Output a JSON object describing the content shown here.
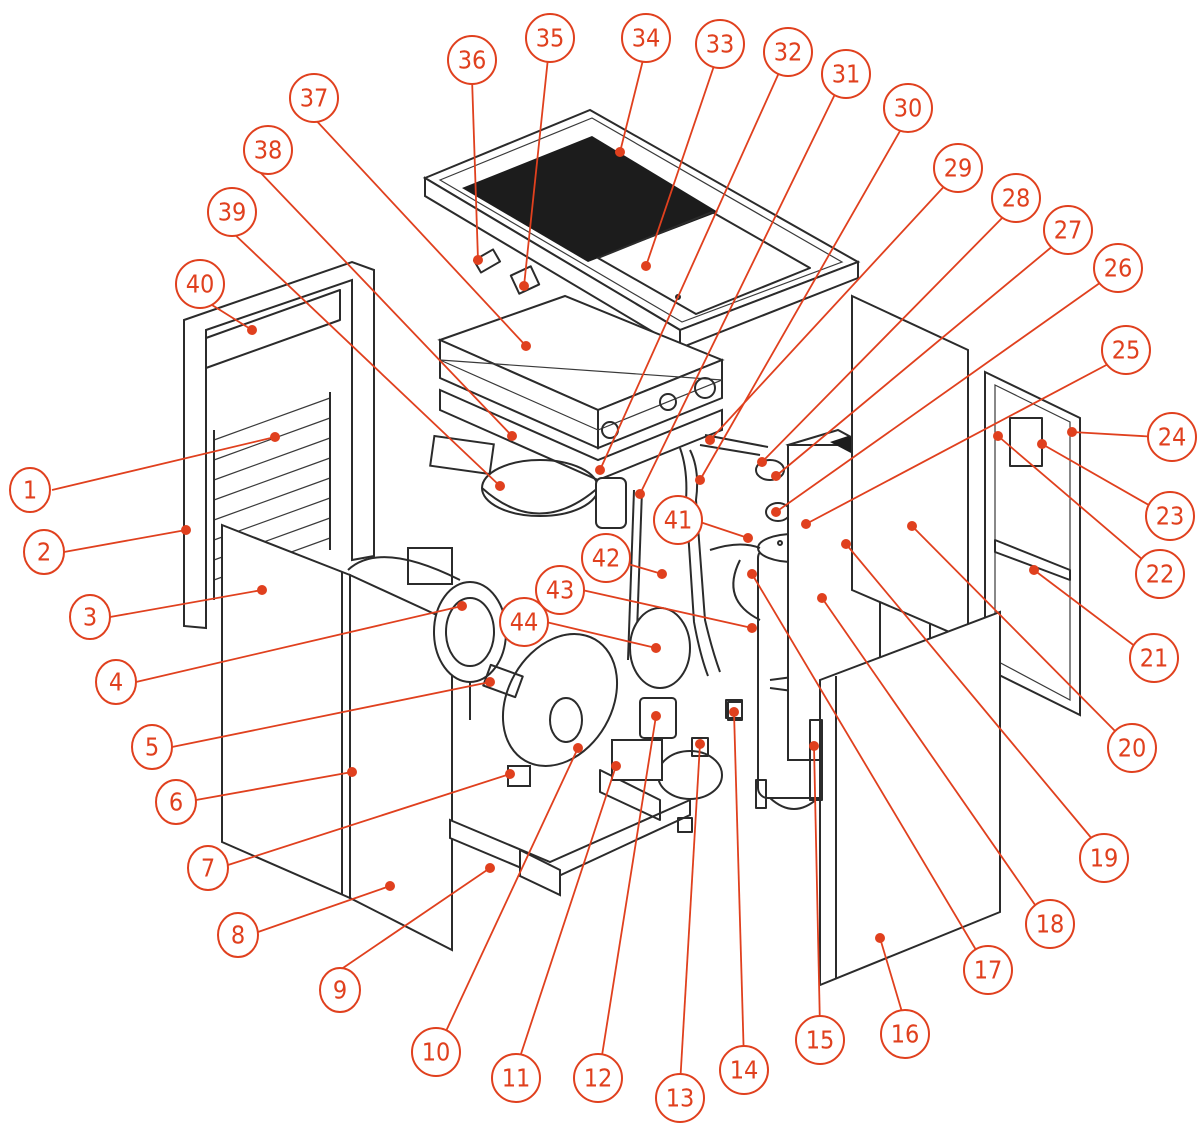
{
  "colors": {
    "callout": "#e0401e",
    "line": "#2b2b2b",
    "background": "#ffffff"
  },
  "callouts": [
    {
      "id": "1",
      "label": "1"
    },
    {
      "id": "2",
      "label": "2"
    },
    {
      "id": "3",
      "label": "3"
    },
    {
      "id": "4",
      "label": "4"
    },
    {
      "id": "5",
      "label": "5"
    },
    {
      "id": "6",
      "label": "6"
    },
    {
      "id": "7",
      "label": "7"
    },
    {
      "id": "8",
      "label": "8"
    },
    {
      "id": "9",
      "label": "9"
    },
    {
      "id": "10",
      "label": "10"
    },
    {
      "id": "11",
      "label": "11"
    },
    {
      "id": "12",
      "label": "12"
    },
    {
      "id": "13",
      "label": "13"
    },
    {
      "id": "14",
      "label": "14"
    },
    {
      "id": "15",
      "label": "15"
    },
    {
      "id": "16",
      "label": "16"
    },
    {
      "id": "17",
      "label": "17"
    },
    {
      "id": "18",
      "label": "18"
    },
    {
      "id": "19",
      "label": "19"
    },
    {
      "id": "20",
      "label": "20"
    },
    {
      "id": "21",
      "label": "21"
    },
    {
      "id": "22",
      "label": "22"
    },
    {
      "id": "23",
      "label": "23"
    },
    {
      "id": "24",
      "label": "24"
    },
    {
      "id": "25",
      "label": "25"
    },
    {
      "id": "26",
      "label": "26"
    },
    {
      "id": "27",
      "label": "27"
    },
    {
      "id": "28",
      "label": "28"
    },
    {
      "id": "29",
      "label": "29"
    },
    {
      "id": "30",
      "label": "30"
    },
    {
      "id": "31",
      "label": "31"
    },
    {
      "id": "32",
      "label": "32"
    },
    {
      "id": "33",
      "label": "33"
    },
    {
      "id": "34",
      "label": "34"
    },
    {
      "id": "35",
      "label": "35"
    },
    {
      "id": "36",
      "label": "36"
    },
    {
      "id": "37",
      "label": "37"
    },
    {
      "id": "38",
      "label": "38"
    },
    {
      "id": "39",
      "label": "39"
    },
    {
      "id": "40",
      "label": "40"
    },
    {
      "id": "41",
      "label": "41"
    },
    {
      "id": "42",
      "label": "42"
    },
    {
      "id": "43",
      "label": "43"
    },
    {
      "id": "44",
      "label": "44"
    }
  ]
}
